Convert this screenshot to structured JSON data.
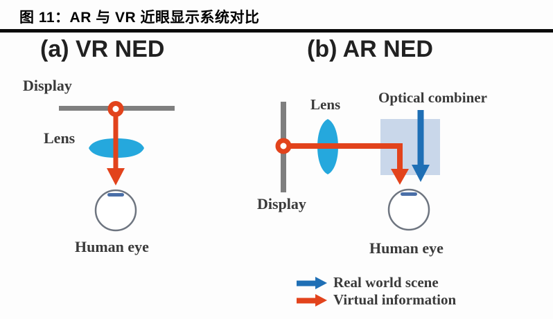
{
  "header": {
    "title": "图 11：AR 与 VR 近眼显示系统对比"
  },
  "colors": {
    "virtual_information_red": "#e2431c",
    "real_world_blue": "#1f6fb5",
    "lens_cyan": "#25a8dd",
    "optical_combiner_fill": "#c9d7ea",
    "display_bar_gray": "#7f7f7f",
    "eye_outline_gray": "#6e7580",
    "eye_iris_blue": "#4a6fa8",
    "title_rule_black": "#0a0a0a"
  },
  "panels": {
    "vr": {
      "heading": "(a) VR NED",
      "labels": {
        "display": "Display",
        "lens": "Lens",
        "eye": "Human eye"
      }
    },
    "ar": {
      "heading": "(b) AR NED",
      "labels": {
        "display": "Display",
        "lens": "Lens",
        "combiner": "Optical combiner",
        "eye": "Human eye"
      }
    }
  },
  "legend": {
    "items": [
      {
        "icon": "blue-right-arrow",
        "label": "Real world scene",
        "color": "#1f6fb5"
      },
      {
        "icon": "red-right-arrow",
        "label": "Virtual information",
        "color": "#e2431c"
      }
    ]
  }
}
